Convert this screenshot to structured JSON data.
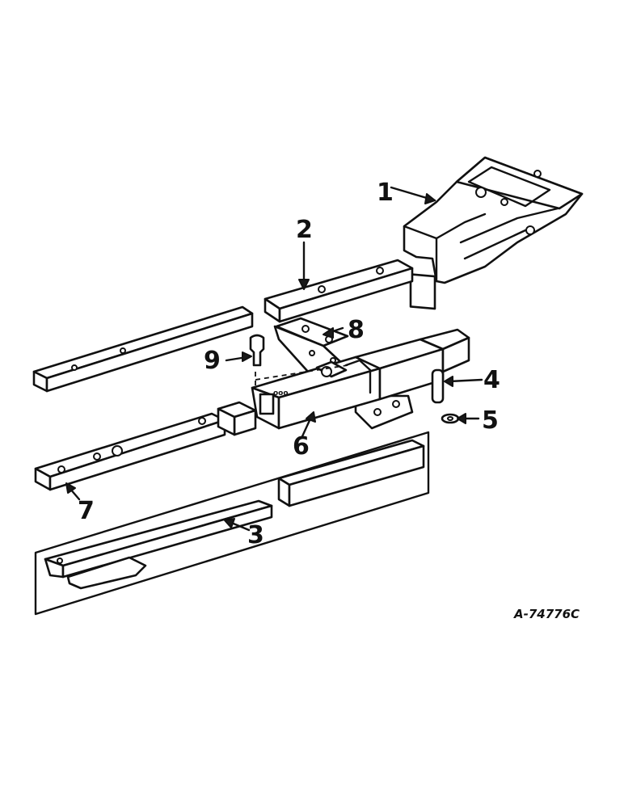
{
  "callouts": {
    "c1": "1",
    "c2": "2",
    "c3": "3",
    "c4": "4",
    "c5": "5",
    "c6": "6",
    "c7": "7",
    "c8": "8",
    "c9": "9"
  },
  "drawing_code": "A-74776C"
}
